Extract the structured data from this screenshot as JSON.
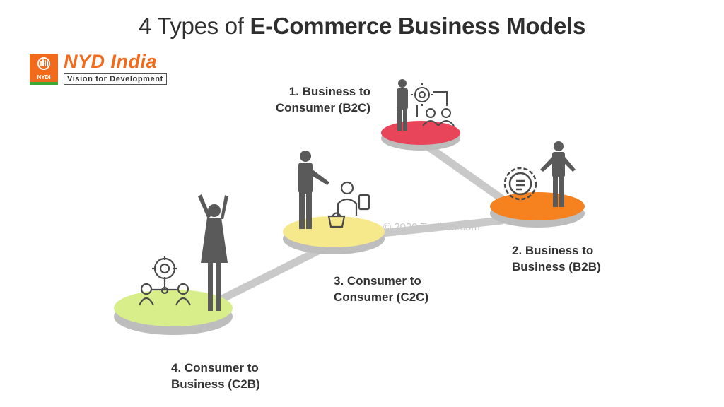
{
  "title": {
    "prefix": "4 Types of",
    "emphasis": "E-Commerce Business Models"
  },
  "logo": {
    "box_text": "NYDI",
    "name": "NYD India",
    "tagline": "Vision for Development"
  },
  "watermark": "© 2020 Toolbox.com",
  "models": [
    {
      "id": "b2c",
      "line1": "1. Business to",
      "line2": "Consumer (B2C)",
      "color": "#e8455a"
    },
    {
      "id": "b2b",
      "line1": "2. Business to",
      "line2": "Business (B2B)",
      "color": "#f5821f"
    },
    {
      "id": "c2c",
      "line1": "3. Consumer to",
      "line2": "Consumer (C2C)",
      "color": "#f6e98c"
    },
    {
      "id": "c2b",
      "line1": "4. Consumer to",
      "line2": "Business (C2B)",
      "color": "#d8ee8a"
    }
  ],
  "colors": {
    "figure": "#5a5a5a",
    "icon": "#4a4a4a",
    "path": "#c9c9c9",
    "brand": "#f26b1d",
    "brand_green": "#3aa935"
  },
  "icons": [
    "gear-icon",
    "people-icon",
    "document-icon",
    "shopping-basket-icon",
    "target-icon",
    "network-icon",
    "businessman-icon",
    "customer-icon"
  ]
}
